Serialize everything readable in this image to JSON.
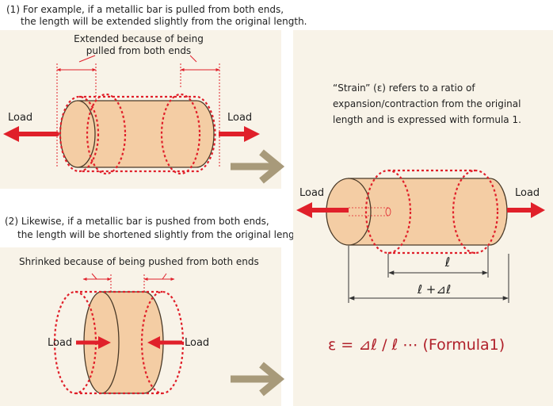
{
  "panel1": {
    "caption_line1": "(1) For example, if a metallic bar is pulled from both ends,",
    "caption_line2": "the length will be extended slightly from the original length.",
    "note_line1": "Extended because of being",
    "note_line2": "pulled from both ends",
    "load_left": "Load",
    "load_right": "Load"
  },
  "panel2": {
    "caption_line1": "(2) Likewise, if a metallic bar is pushed from both ends,",
    "caption_line2": "the length will be shortened slightly from the original length.",
    "note": "Shrinked because of being pushed from both ends",
    "load_left": "Load",
    "load_right": "Load"
  },
  "panel3": {
    "desc_line1": "“Strain” (ε) refers to a ratio of",
    "desc_line2": "expansion/contraction from the original",
    "desc_line3": "length and is expressed with formula 1.",
    "load_left": "Load",
    "load_right": "Load",
    "dim_l": "ℓ",
    "dim_l_plus": "ℓ +⊿ℓ",
    "formula": "ε = ⊿ℓ  / ℓ ⋯ (Formula1)"
  },
  "colors": {
    "panel_bg": "#f8f3e8",
    "bar_fill": "#f4cda4",
    "bar_stroke": "#4a3a28",
    "dashed_red": "#e0202a",
    "arrow_red": "#e0202a",
    "big_arrow": "#a89a7a",
    "formula": "#b0202a"
  }
}
